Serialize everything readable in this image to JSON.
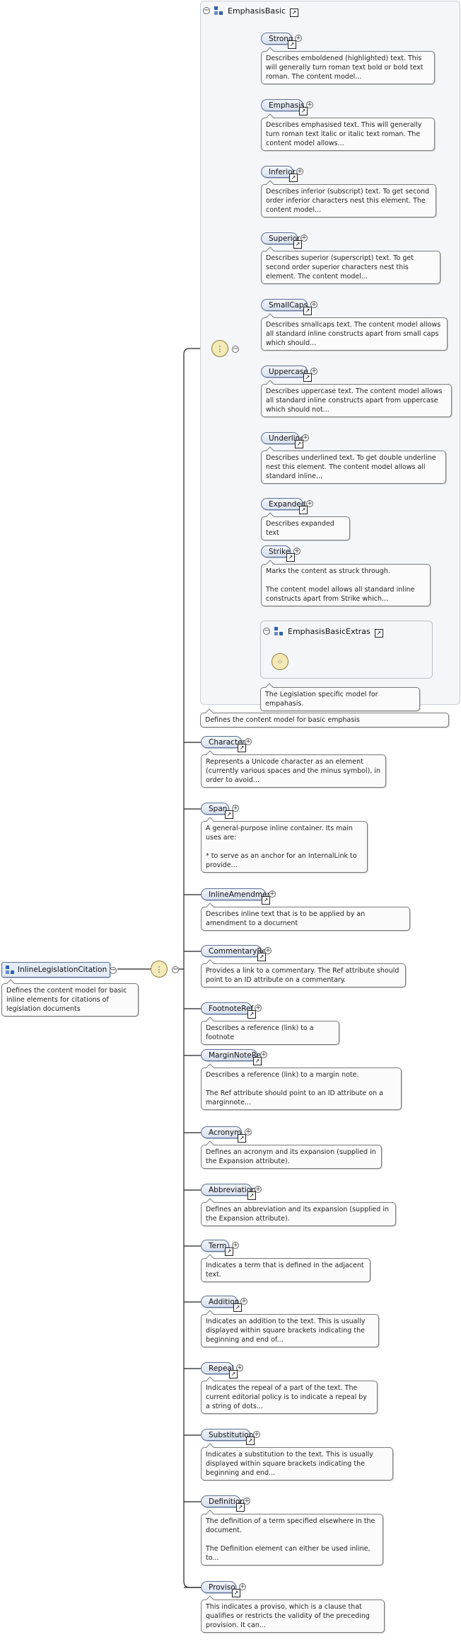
{
  "root": {
    "label": "InlineLegislationCitation",
    "description": "Defines the content model for basic inline elements for citations of legislation documents"
  },
  "emphasis_group": {
    "title": "EmphasisBasic",
    "description": "Defines the content model for basic emphasis",
    "inner_description": "The Legislation specific model for empahasis.",
    "extras_title": "EmphasisBasicExtras",
    "items": [
      {
        "label": "Strong",
        "description": "Describes emboldened (highlighted) text. This will generally turn roman text bold or bold text roman. The content model..."
      },
      {
        "label": "Emphasis",
        "description": "Describes emphasised text. This will generally turn roman text italic or italic text roman. The content model allows..."
      },
      {
        "label": "Inferior",
        "description": "Describes inferior (subscript) text. To get second order inferior characters nest this element. The content model..."
      },
      {
        "label": "Superior",
        "description": "Describes superior (superscript) text. To get second order superior characters nest this element. The content model..."
      },
      {
        "label": "SmallCaps",
        "description": "Describes smallcaps text. The content model allows all standard inline constructs apart from small caps which should..."
      },
      {
        "label": "Uppercase",
        "description": "Describes uppercase text. The content model allows all standard inline constructs apart from uppercase which should not..."
      },
      {
        "label": "Underline",
        "description": "Describes underlined text. To get double underline nest this element. The content model allows all standard inline..."
      },
      {
        "label": "Expanded",
        "description": "Describes expanded text"
      },
      {
        "label": "Strike",
        "description": "Marks the content as struck through.\n\nThe content model allows all standard inline constructs apart from Strike which..."
      }
    ]
  },
  "elements": [
    {
      "label": "Character",
      "description": "Represents a Unicode character as an element (currently various spaces and the minus symbol), in order to avoid..."
    },
    {
      "label": "Span",
      "description": "A general-purpose inline container. Its main uses are:\n\n * to serve as an anchor for an InternalLink to provide..."
    },
    {
      "label": "InlineAmendment",
      "description": "Describes inline text that is to be applied by an amendment to a document"
    },
    {
      "label": "CommentaryRef",
      "description": "Provides a link to a commentary. The Ref attribute should point to an ID attribute on a commentary."
    },
    {
      "label": "FootnoteRef",
      "description": "Describes a reference (link) to a footnote"
    },
    {
      "label": "MarginNoteRef",
      "description": "Describes a reference (link) to a margin note.\n\nThe Ref attribute should point to an ID attribute on a marginnote..."
    },
    {
      "label": "Acronym",
      "description": "Defines an acronym and its expansion (supplied in the Expansion attribute)."
    },
    {
      "label": "Abbreviation",
      "description": "Defines an abbreviation and its expansion (supplied in the Expansion attribute)."
    },
    {
      "label": "Term",
      "description": "Indicates a term that is defined in the adjacent text."
    },
    {
      "label": "Addition",
      "description": "Indicates an addition to the text. This is usually displayed within square brackets indicating the beginning and end of..."
    },
    {
      "label": "Repeal",
      "description": "Indicates the repeal of a part of the text. The current editorial policy is to indicate a repeal by a string of dots..."
    },
    {
      "label": "Substitution",
      "description": "Indicates a substitution to the text. This is usually displayed within square brackets indicating the beginning and end..."
    },
    {
      "label": "Definition",
      "description": "The definition of a term specified elsewhere in the document.\n\nThe Definition element can either be used inline, to..."
    },
    {
      "label": "Proviso",
      "description": "This indicates a proviso, which is a clause that qualifies or restricts the validity of the preceding provision. It can..."
    }
  ],
  "glyphs": {
    "expand": "+",
    "collapse": "−",
    "ref": "↗"
  },
  "colors": {
    "element_border": "#5c6f91",
    "compositor_fill": "#f4eab8",
    "line": "#222222"
  }
}
